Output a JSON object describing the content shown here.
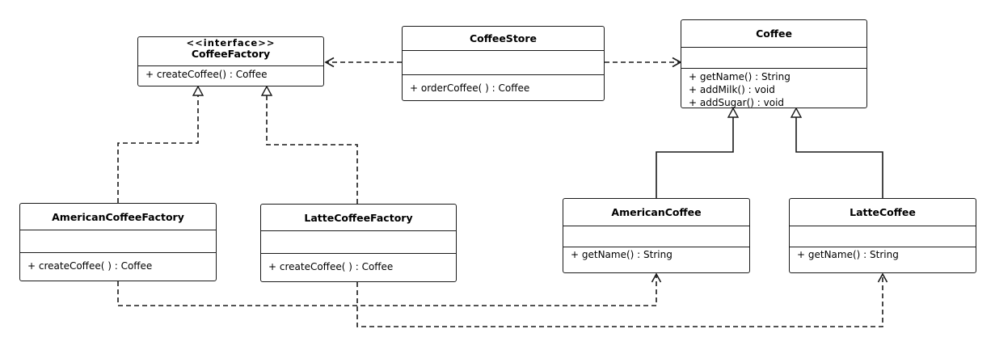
{
  "classes": {
    "coffee_factory": {
      "stereotype": "<<interface>>",
      "name": "CoffeeFactory",
      "ops": [
        "+ createCoffee() : Coffee"
      ]
    },
    "coffee_store": {
      "name": "CoffeeStore",
      "ops": [
        "+ orderCoffee( ) : Coffee"
      ]
    },
    "coffee": {
      "name": "Coffee",
      "ops": [
        "+ getName() : String",
        "+ addMilk() : void",
        "+ addSugar() : void"
      ]
    },
    "american_coffee_factory": {
      "name": "AmericanCoffeeFactory",
      "ops": [
        "+ createCoffee( ) : Coffee"
      ]
    },
    "latte_coffee_factory": {
      "name": "LatteCoffeeFactory",
      "ops": [
        "+ createCoffee( ) : Coffee"
      ]
    },
    "american_coffee": {
      "name": "AmericanCoffee",
      "ops": [
        "+ getName() : String"
      ]
    },
    "latte_coffee": {
      "name": "LatteCoffee",
      "ops": [
        "+ getName() : String"
      ]
    }
  },
  "relations": [
    {
      "from": "coffee_store",
      "to": "coffee_factory",
      "kind": "dependency"
    },
    {
      "from": "coffee_store",
      "to": "coffee",
      "kind": "dependency"
    },
    {
      "from": "american_coffee_factory",
      "to": "coffee_factory",
      "kind": "realization"
    },
    {
      "from": "latte_coffee_factory",
      "to": "coffee_factory",
      "kind": "realization"
    },
    {
      "from": "american_coffee",
      "to": "coffee",
      "kind": "generalization"
    },
    {
      "from": "latte_coffee",
      "to": "coffee",
      "kind": "generalization"
    },
    {
      "from": "american_coffee_factory",
      "to": "american_coffee",
      "kind": "dependency"
    },
    {
      "from": "latte_coffee_factory",
      "to": "latte_coffee",
      "kind": "dependency"
    }
  ],
  "colors": {
    "line": "#1a1a1a",
    "background": "#ffffff"
  }
}
